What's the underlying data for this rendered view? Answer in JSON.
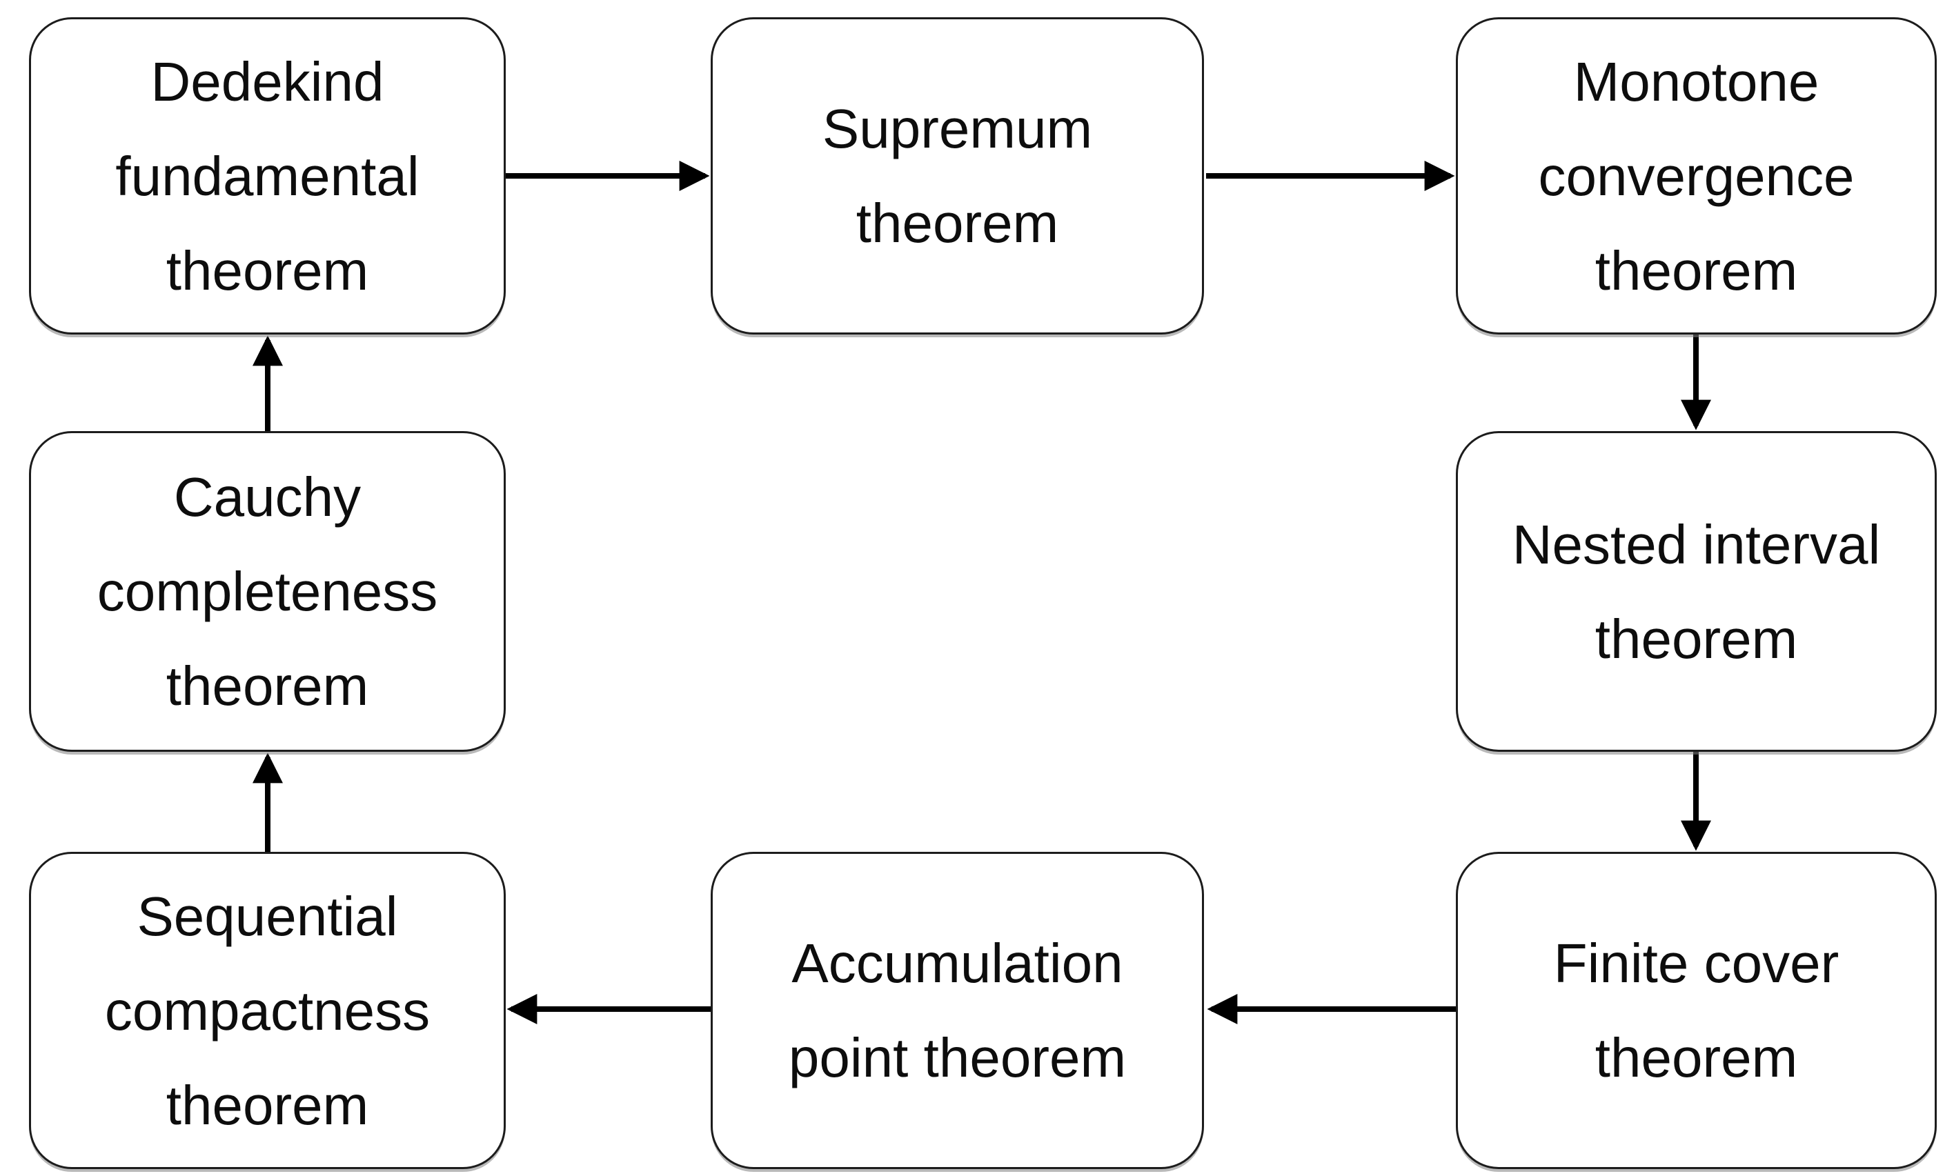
{
  "diagram": {
    "type": "flowchart-cycle",
    "background": "#ffffff",
    "node_style": {
      "fill": "#ffffff",
      "border_color": "#1c1c1c",
      "text_color": "#0d0d0d",
      "arrow_color": "#000000",
      "shadow_color": "#808080"
    },
    "nodes": [
      {
        "id": "dedekind",
        "label": "Dedekind\nfundamental\ntheorem"
      },
      {
        "id": "supremum",
        "label": "Supremum\ntheorem"
      },
      {
        "id": "monotone",
        "label": "Monotone\nconvergence\ntheorem"
      },
      {
        "id": "nested",
        "label": "Nested interval\ntheorem"
      },
      {
        "id": "finite",
        "label": "Finite cover\ntheorem"
      },
      {
        "id": "accumulation",
        "label": "Accumulation\npoint theorem"
      },
      {
        "id": "sequential",
        "label": "Sequential\ncompactness\ntheorem"
      },
      {
        "id": "cauchy",
        "label": "Cauchy\ncompleteness\ntheorem"
      }
    ],
    "edges": [
      {
        "from": "dedekind",
        "to": "supremum"
      },
      {
        "from": "supremum",
        "to": "monotone"
      },
      {
        "from": "monotone",
        "to": "nested"
      },
      {
        "from": "nested",
        "to": "finite"
      },
      {
        "from": "finite",
        "to": "accumulation"
      },
      {
        "from": "accumulation",
        "to": "sequential"
      },
      {
        "from": "sequential",
        "to": "cauchy"
      },
      {
        "from": "cauchy",
        "to": "dedekind"
      }
    ]
  }
}
